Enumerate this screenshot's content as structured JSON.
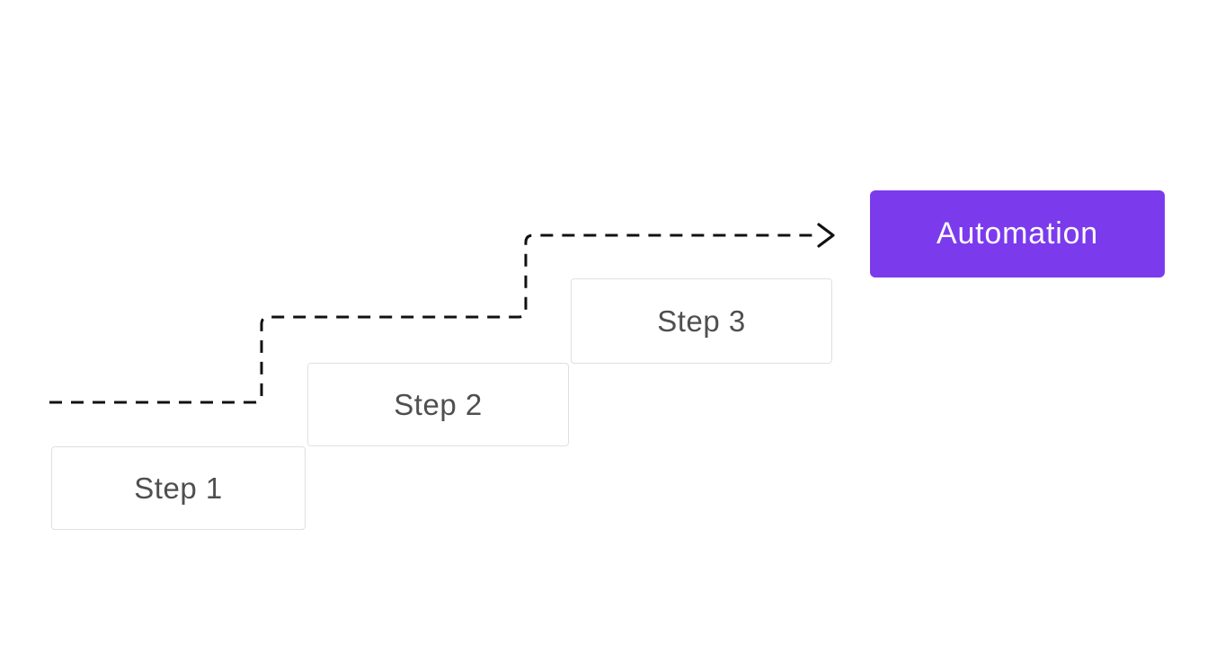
{
  "diagram": {
    "steps": [
      {
        "label": "Step 1"
      },
      {
        "label": "Step 2"
      },
      {
        "label": "Step 3"
      }
    ],
    "result": {
      "label": "Automation"
    }
  },
  "icons": {
    "arrow_right": "→"
  },
  "colors": {
    "accent": "#7c3aed",
    "step_text": "#4f4f4f",
    "step_border": "#e0e0e0",
    "automation_text": "#ffffff",
    "path_color": "#111111",
    "canvas_bg": "#ffffff"
  }
}
